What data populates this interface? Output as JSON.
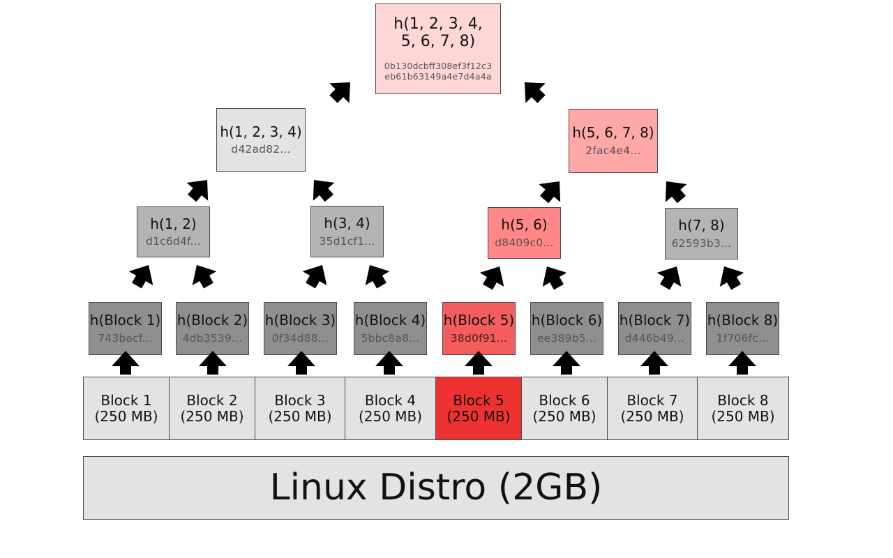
{
  "distro": {
    "label": "Linux Distro (2GB)"
  },
  "blocks": [
    {
      "name": "Block 1",
      "size": "(250 MB)"
    },
    {
      "name": "Block 2",
      "size": "(250 MB)"
    },
    {
      "name": "Block 3",
      "size": "(250 MB)"
    },
    {
      "name": "Block 4",
      "size": "(250 MB)"
    },
    {
      "name": "Block 5",
      "size": "(250 MB)"
    },
    {
      "name": "Block 6",
      "size": "(250 MB)"
    },
    {
      "name": "Block 7",
      "size": "(250 MB)"
    },
    {
      "name": "Block 8",
      "size": "(250 MB)"
    }
  ],
  "leaf_hashes": [
    {
      "label": "h(Block 1)",
      "hash": "743bacf..."
    },
    {
      "label": "h(Block 2)",
      "hash": "4db3539..."
    },
    {
      "label": "h(Block 3)",
      "hash": "0f34d88..."
    },
    {
      "label": "h(Block 4)",
      "hash": "5bbc8a8..."
    },
    {
      "label": "h(Block 5)",
      "hash": "38d0f91..."
    },
    {
      "label": "h(Block 6)",
      "hash": "ee389b5..."
    },
    {
      "label": "h(Block 7)",
      "hash": "d446b49..."
    },
    {
      "label": "h(Block 8)",
      "hash": "1f706fc..."
    }
  ],
  "pair_hashes": [
    {
      "label": "h(1, 2)",
      "hash": "d1c6d4f..."
    },
    {
      "label": "h(3, 4)",
      "hash": "35d1cf1..."
    },
    {
      "label": "h(5, 6)",
      "hash": "d8409c0..."
    },
    {
      "label": "h(7, 8)",
      "hash": "62593b3..."
    }
  ],
  "quad_hashes": [
    {
      "label": "h(1, 2, 3, 4)",
      "hash": "d42ad82..."
    },
    {
      "label": "h(5, 6, 7, 8)",
      "hash": "2fac4e4..."
    }
  ],
  "root": {
    "label_line1": "h(1, 2, 3, 4,",
    "label_line2": "5, 6, 7, 8)",
    "hash_line1": "0b130dcbff308ef3f12c3",
    "hash_line2": "eb61b63149a4e7d4a4a"
  },
  "colors": {
    "block_fill": "#e3e3e3",
    "block_highlight": "#ee3131",
    "leaf_fill": "#8f8f8f",
    "leaf_highlight": "#f45d5d",
    "pair_fill": "#b4b4b4",
    "pair_highlight": "#ff8787",
    "quad_fill": "#e3e3e3",
    "quad_highlight": "#ffa8a8",
    "root_fill": "#ffd6d6",
    "distro_fill": "#e3e3e3",
    "arrow": "#000000"
  }
}
